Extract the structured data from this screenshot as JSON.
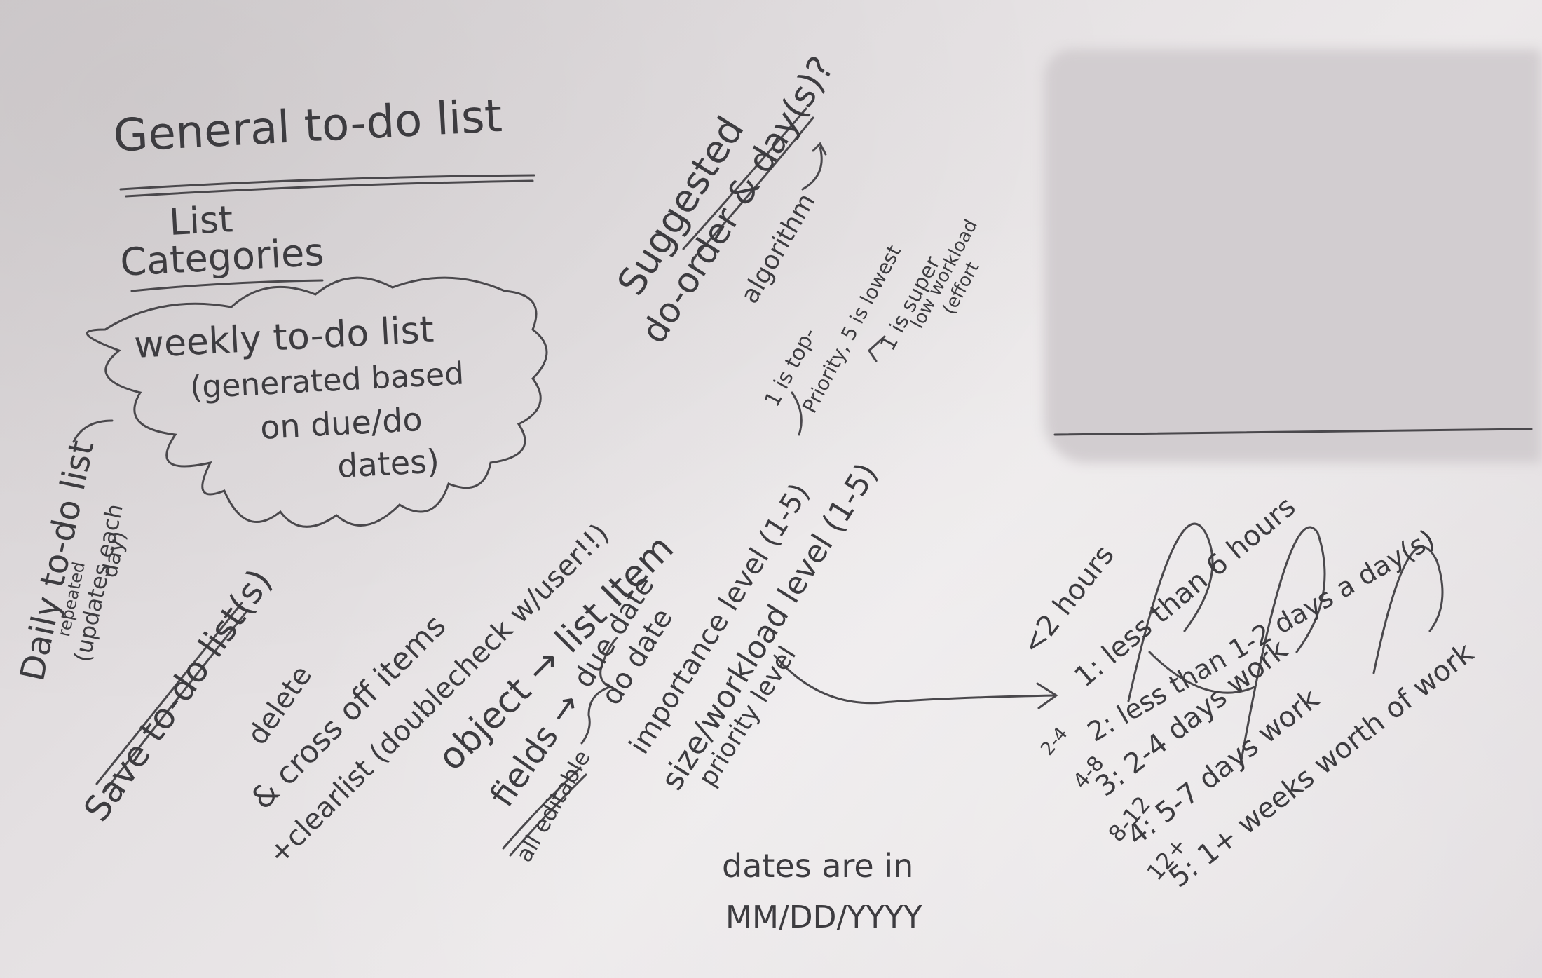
{
  "title": "General to-do list",
  "categories_label": [
    "List",
    "Categories"
  ],
  "weekly": [
    "weekly to-do list",
    "(generated based",
    "on due/do",
    "dates)"
  ],
  "daily": "Daily to-do list",
  "daily_note_1": "repeated",
  "daily_note_2": "(updates each",
  "daily_note_3": "day)",
  "save": "Save to-do list(s)",
  "suggested_1": "Suggested",
  "suggested_2": "do-order & day(s)?",
  "algorithm": "algorithm",
  "delete": "delete",
  "cross": "& cross off items",
  "clearlist": "+clearlist (doublecheck w/user!!)",
  "object": "object → list Item",
  "fields": "fields →",
  "all_editable": "all editable",
  "due_date": "due date",
  "do_date": "do date",
  "importance": "importance level (1-5)",
  "size": "size/workload level (1-5)",
  "priority": "priority level",
  "top_note": "1 is top-",
  "priority_note": "Priority, 5 is lowest",
  "workload_note_1": "1 is super",
  "workload_note_2": "low workload",
  "workload_note_3": "(effort",
  "less2": "<2 hours",
  "scale": [
    "1: less than 6 hours",
    "2: less than 1-2 days a day(s)",
    "3: 2-4 days work",
    "4: 5-7 days work",
    "5: 1+ weeks worth of work"
  ],
  "ranges": [
    "2-4",
    "4-8",
    "8-12",
    "12+"
  ],
  "dates_1": "dates are in",
  "dates_2": "MM/DD/YYYY"
}
